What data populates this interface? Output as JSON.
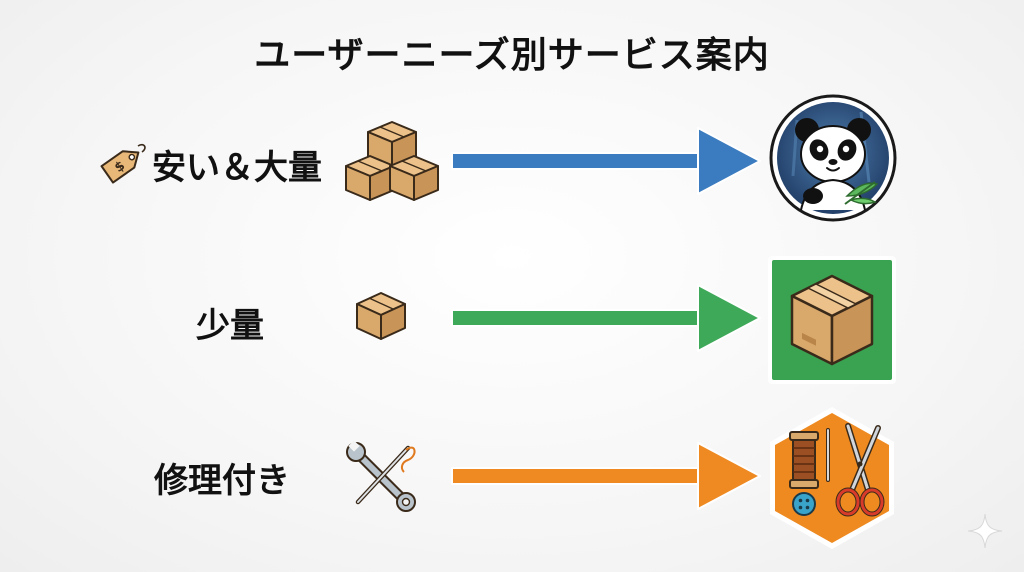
{
  "title": "ユーザーニーズ別サービス案内",
  "rows": [
    {
      "label": "安い＆大量",
      "left_icons": [
        "price-tag-icon",
        "stacked-boxes-icon"
      ],
      "arrow_color": "#3b7bbf",
      "target_icon": "panda-icon",
      "target_bg": "#1f3f6b"
    },
    {
      "label": "少量",
      "left_icons": [
        "box-icon"
      ],
      "arrow_color": "#3fa95a",
      "target_icon": "box-icon",
      "target_bg": "#3aa352"
    },
    {
      "label": "修理付き",
      "left_icons": [
        "wrench-needle-icon"
      ],
      "arrow_color": "#ef8a22",
      "target_icon": "sewing-kit-icon",
      "target_bg": "#ee8a20"
    }
  ],
  "colors": {
    "blue": "#3b7bbf",
    "green": "#3fa95a",
    "orange": "#ef8a22",
    "cardboard": "#d9a86b",
    "cardboard_dark": "#b98548"
  },
  "decorations": [
    "sparkle-icon"
  ]
}
